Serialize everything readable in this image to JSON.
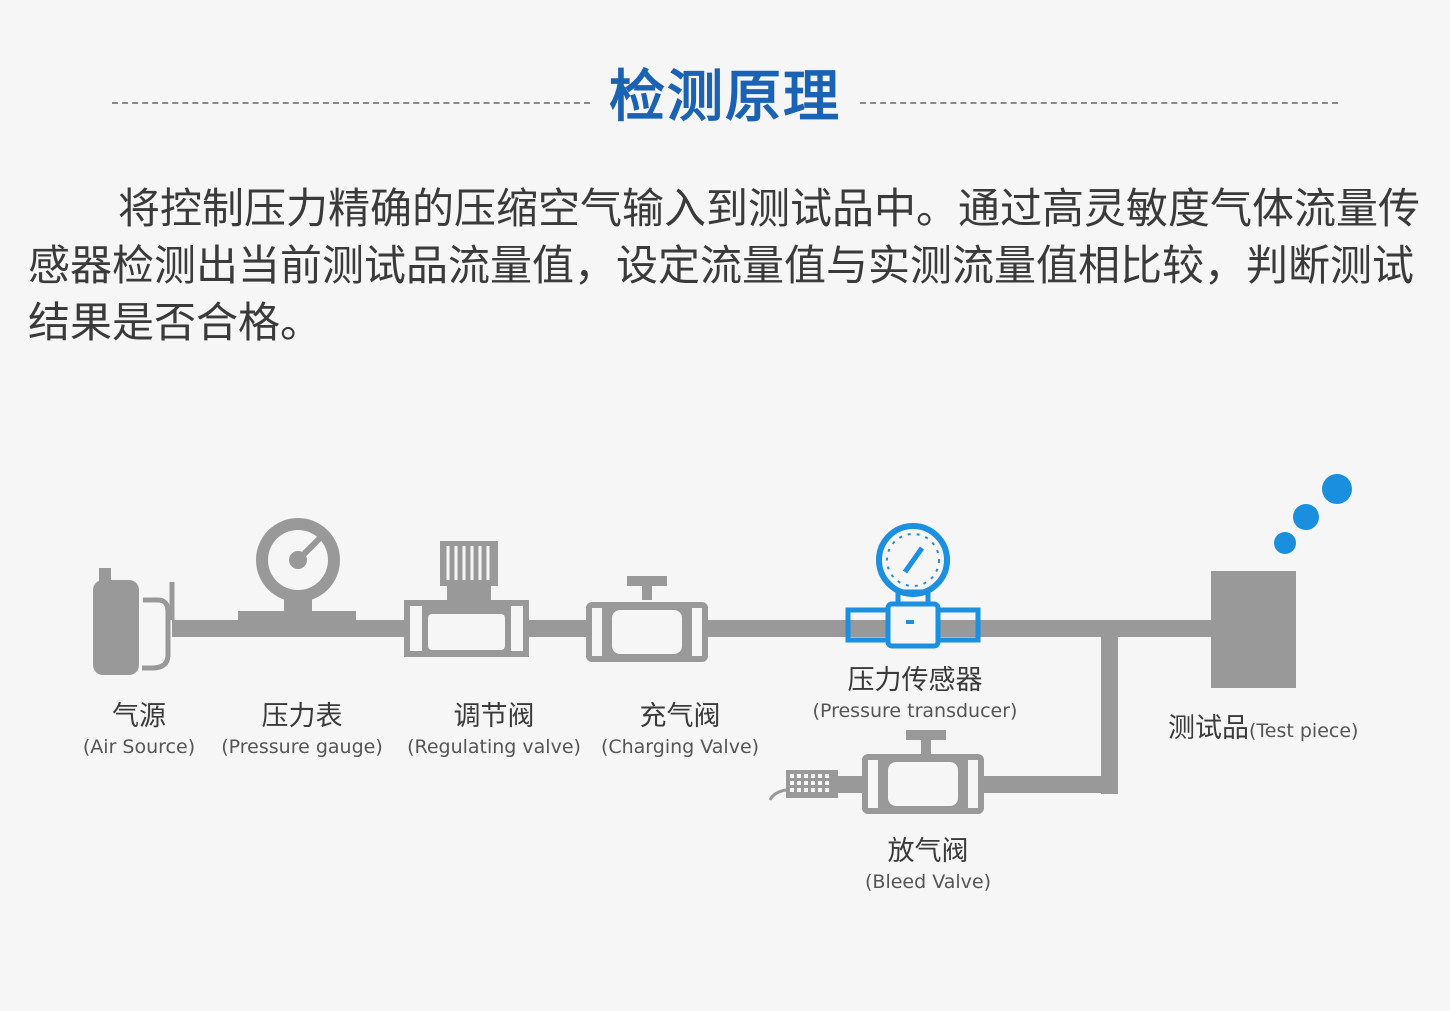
{
  "header": {
    "title": "检测原理"
  },
  "description": "将控制压力精确的压缩空气输入到测试品中。通过高灵敏度气体流量传感器检测出当前测试品流量值，设定流量值与实测流量值相比较，判断测试结果是否合格。",
  "components": {
    "air_source": {
      "zh": "气源",
      "en": "(Air Source)"
    },
    "pressure_gauge": {
      "zh": "压力表",
      "en": "(Pressure gauge)"
    },
    "regulating_valve": {
      "zh": "调节阀",
      "en": "(Regulating valve)"
    },
    "charging_valve": {
      "zh": "充气阀",
      "en": "(Charging Valve)"
    },
    "pressure_transducer": {
      "zh": "压力传感器",
      "en": "(Pressure transducer)"
    },
    "bleed_valve": {
      "zh": "放气阀",
      "en": "(Bleed Valve)"
    },
    "test_piece": {
      "zh": "测试品",
      "en": "(Test piece)"
    }
  },
  "colors": {
    "accent": "#1a62b4",
    "highlight": "#1b8fe0",
    "pipe": "#999999",
    "bubble": "#1a8fe0"
  }
}
